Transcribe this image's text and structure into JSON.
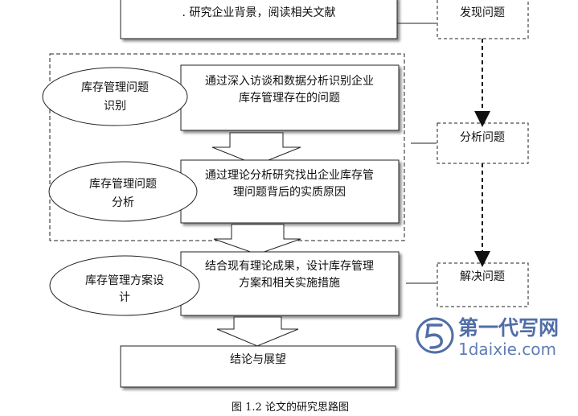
{
  "boxes": {
    "top": ". 研究企业背景，阅读相关文献",
    "step1": [
      "通过深入访谈和数据分析识别企业",
      "库存管理存在的问题"
    ],
    "step2": [
      "通过理论分析研究找出企业库存管",
      "理问题背后的实质原因"
    ],
    "step3": [
      "结合现有理论成果，设计库存管理",
      "方案和相关实施措施"
    ],
    "final": "结论与展望"
  },
  "ovals": {
    "o1": [
      "库存管理问题",
      "识别"
    ],
    "o2": [
      "库存管理问题",
      "分析"
    ],
    "o3": [
      "库存管理方案设",
      "计"
    ]
  },
  "stages": {
    "s1": "发现问题",
    "s2": "分析问题",
    "s3": "解决问题"
  },
  "caption": "图 1.2  论文的研究思路图",
  "watermark": {
    "cn": "第一代写网",
    "en": "1daixie.com"
  }
}
